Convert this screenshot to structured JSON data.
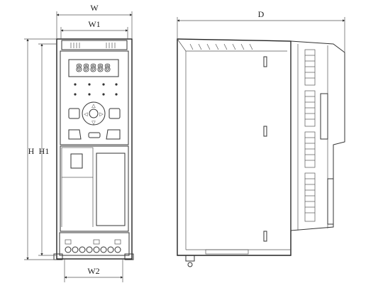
{
  "dimensions": {
    "width_label": "W",
    "inner_width_label": "W1",
    "height_label": "H",
    "inner_height_label": "H1",
    "mount_width_label": "W2",
    "depth_label": "D"
  },
  "display": {
    "digits": "88888"
  },
  "keypad": {
    "up_arrow": "△",
    "down_arrow": "▽",
    "left_arrow": "◁",
    "right_arrow": "▷"
  },
  "colors": {
    "line": "#333333",
    "background": "#ffffff"
  }
}
